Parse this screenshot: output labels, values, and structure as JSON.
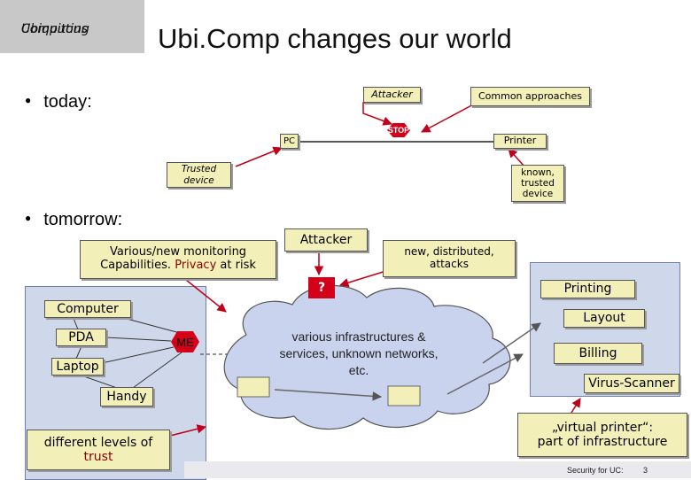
{
  "header": {
    "logo_text_line1": "Ubiquitous",
    "logo_text_line2": "Computing",
    "title": "Ubi.Comp changes our world"
  },
  "today": {
    "bullet": "today:",
    "attacker": "Attacker",
    "common_approaches": "Common approaches",
    "stop_sign": "STOP",
    "pc": "PC",
    "printer": "Printer",
    "trusted_device_1": "Trusted",
    "trusted_device_2": "device",
    "known_1": "known,",
    "known_2": "trusted",
    "known_3": "device"
  },
  "tomorrow": {
    "bullet": "tomorrow:",
    "monitoring_1": "Various/new monitoring",
    "monitoring_2a": "Capabilities.",
    "monitoring_2b": "Privacy",
    "monitoring_2c": "at risk",
    "attacker": "Attacker",
    "attacks_1": "new, distributed,",
    "attacks_2": "attacks",
    "question_mark": "?",
    "computer": "Computer",
    "pda": "PDA",
    "me": "ME",
    "laptop": "Laptop",
    "handy": "Handy",
    "trust_1": "different levels of",
    "trust_2": "trust",
    "cloud_1": "various infrastructures &",
    "cloud_2": "services, unknown networks,",
    "cloud_3": "etc.",
    "printing": "Printing",
    "layout": "Layout",
    "billing": "Billing",
    "virus": "Virus-Scanner",
    "virtual_1": "„virtual printer“:",
    "virtual_2": "part of infrastructure"
  },
  "footer": {
    "text": "Security for UC:",
    "page": "3"
  },
  "colors": {
    "box_fill": "#f3efb8",
    "panel_fill": "#cfd8ea",
    "cloud_fill": "#c9d3ee",
    "stop_red": "#d4001a",
    "arrow_red": "#c0001a",
    "highlight": "#8b0000"
  }
}
